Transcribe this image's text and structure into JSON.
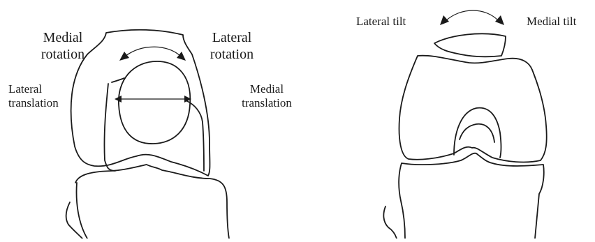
{
  "left_figure": {
    "labels": {
      "medial_rotation": [
        "Medial",
        "rotation"
      ],
      "lateral_rotation": [
        "Lateral",
        "rotation"
      ],
      "lateral_translation": [
        "Lateral",
        "translation"
      ],
      "medial_translation": [
        "Medial",
        "translation"
      ]
    }
  },
  "right_figure": {
    "labels": {
      "lateral_tilt": "Lateral tilt",
      "medial_tilt": "Medial tilt"
    }
  }
}
